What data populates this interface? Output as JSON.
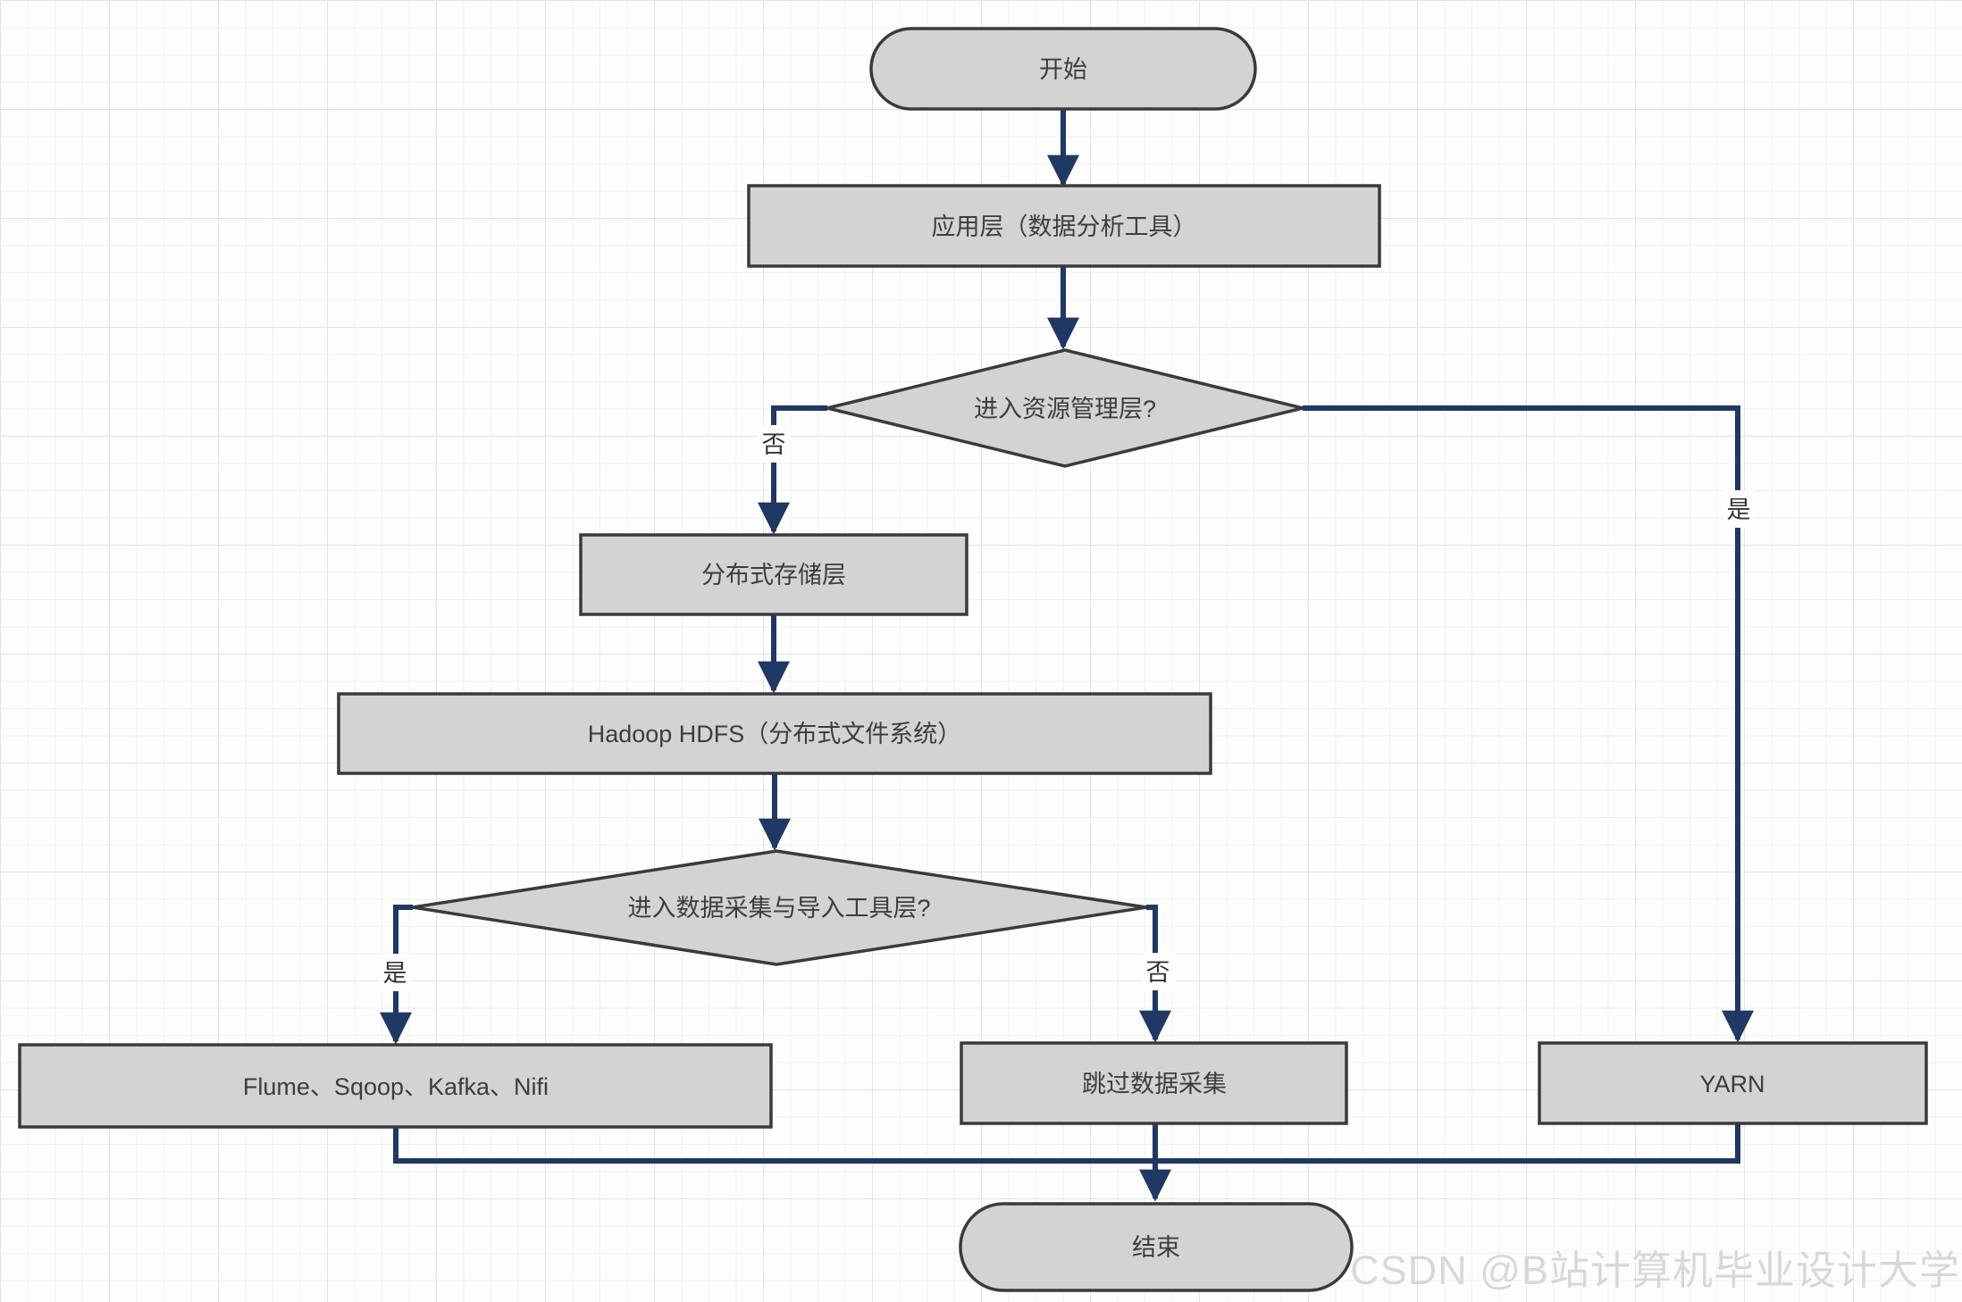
{
  "watermark": "CSDN @B站计算机毕业设计大学",
  "colors": {
    "edge": "#1f3864",
    "node_fill": "#d3d3d3",
    "node_border": "#3a3a3a",
    "node_text": "#3d3d3d",
    "background": "#fdfdfd",
    "grid_minor": "#f1f1f4",
    "grid_major": "#e3e3e6",
    "watermark_text": "#d8d8d8"
  },
  "flowchart": {
    "nodes": [
      {
        "id": "start",
        "shape": "stadium",
        "label": "开始"
      },
      {
        "id": "app-layer",
        "shape": "process",
        "label": "应用层（数据分析工具）"
      },
      {
        "id": "decision-resource-layer",
        "shape": "decision",
        "label": "进入资源管理层?"
      },
      {
        "id": "storage-layer",
        "shape": "process",
        "label": "分布式存储层"
      },
      {
        "id": "hdfs",
        "shape": "process",
        "label": "Hadoop HDFS（分布式文件系统）"
      },
      {
        "id": "decision-ingest-layer",
        "shape": "decision",
        "label": "进入数据采集与导入工具层?"
      },
      {
        "id": "ingest-tools",
        "shape": "process",
        "label": "Flume、Sqoop、Kafka、Nifi"
      },
      {
        "id": "skip-ingest",
        "shape": "process",
        "label": "跳过数据采集"
      },
      {
        "id": "yarn",
        "shape": "process",
        "label": "YARN"
      },
      {
        "id": "end",
        "shape": "stadium",
        "label": "结束"
      }
    ],
    "edges": [
      {
        "from": "start",
        "to": "app-layer",
        "label": ""
      },
      {
        "from": "app-layer",
        "to": "decision-resource-layer",
        "label": ""
      },
      {
        "from": "decision-resource-layer",
        "to": "storage-layer",
        "label": "否"
      },
      {
        "from": "decision-resource-layer",
        "to": "yarn",
        "label": "是"
      },
      {
        "from": "storage-layer",
        "to": "hdfs",
        "label": ""
      },
      {
        "from": "hdfs",
        "to": "decision-ingest-layer",
        "label": ""
      },
      {
        "from": "decision-ingest-layer",
        "to": "ingest-tools",
        "label": "是"
      },
      {
        "from": "decision-ingest-layer",
        "to": "skip-ingest",
        "label": "否"
      },
      {
        "from": "ingest-tools",
        "to": "end",
        "label": ""
      },
      {
        "from": "yarn",
        "to": "end",
        "label": ""
      },
      {
        "from": "skip-ingest",
        "to": "end",
        "label": ""
      }
    ]
  }
}
